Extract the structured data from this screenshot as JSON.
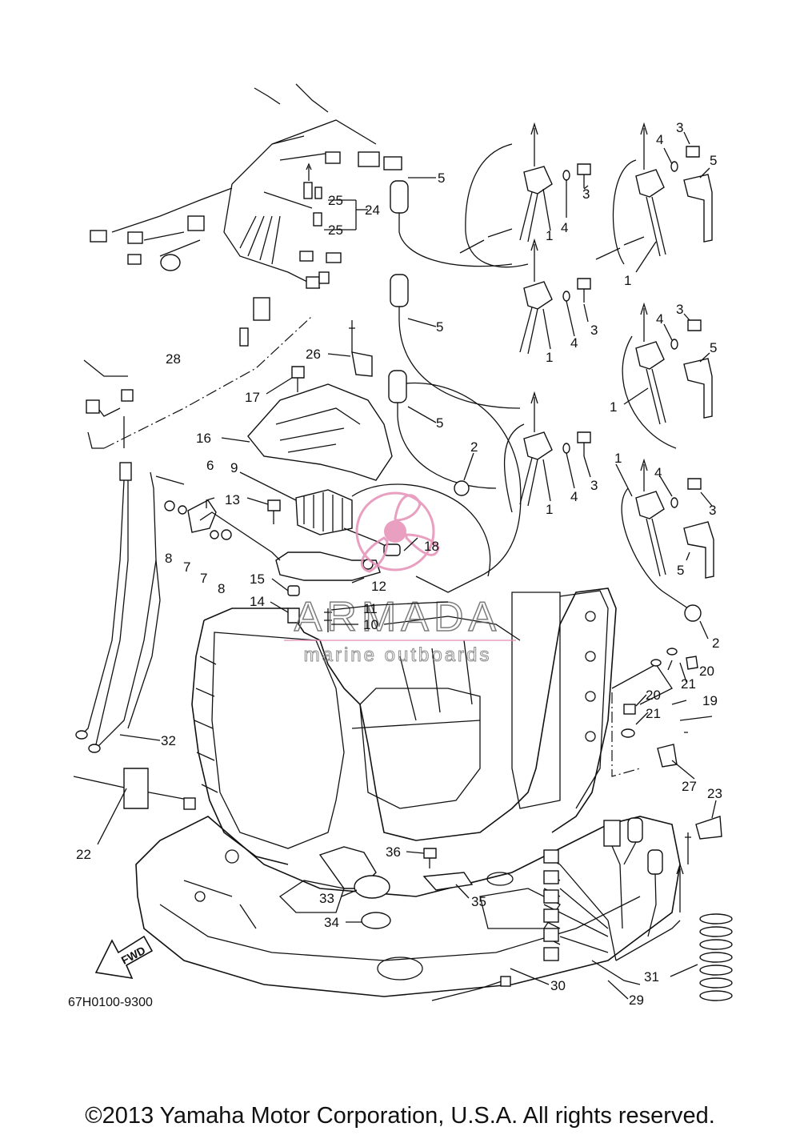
{
  "diagram": {
    "code": "67H0100-9300",
    "fwd_label": "FWD",
    "copyright": "©2013 Yamaha Motor Corporation, U.S.A. All rights reserved.",
    "watermark": {
      "brand": "ARMADA",
      "tagline": "marine outboards",
      "color": "#e58fb6"
    },
    "callouts": [
      "1",
      "2",
      "3",
      "4",
      "5",
      "6",
      "7",
      "8",
      "9",
      "10",
      "11",
      "12",
      "13",
      "14",
      "15",
      "16",
      "17",
      "18",
      "19",
      "20",
      "21",
      "22",
      "23",
      "24",
      "25",
      "26",
      "27",
      "28",
      "29",
      "30",
      "31",
      "32",
      "33",
      "34",
      "35",
      "36"
    ]
  }
}
